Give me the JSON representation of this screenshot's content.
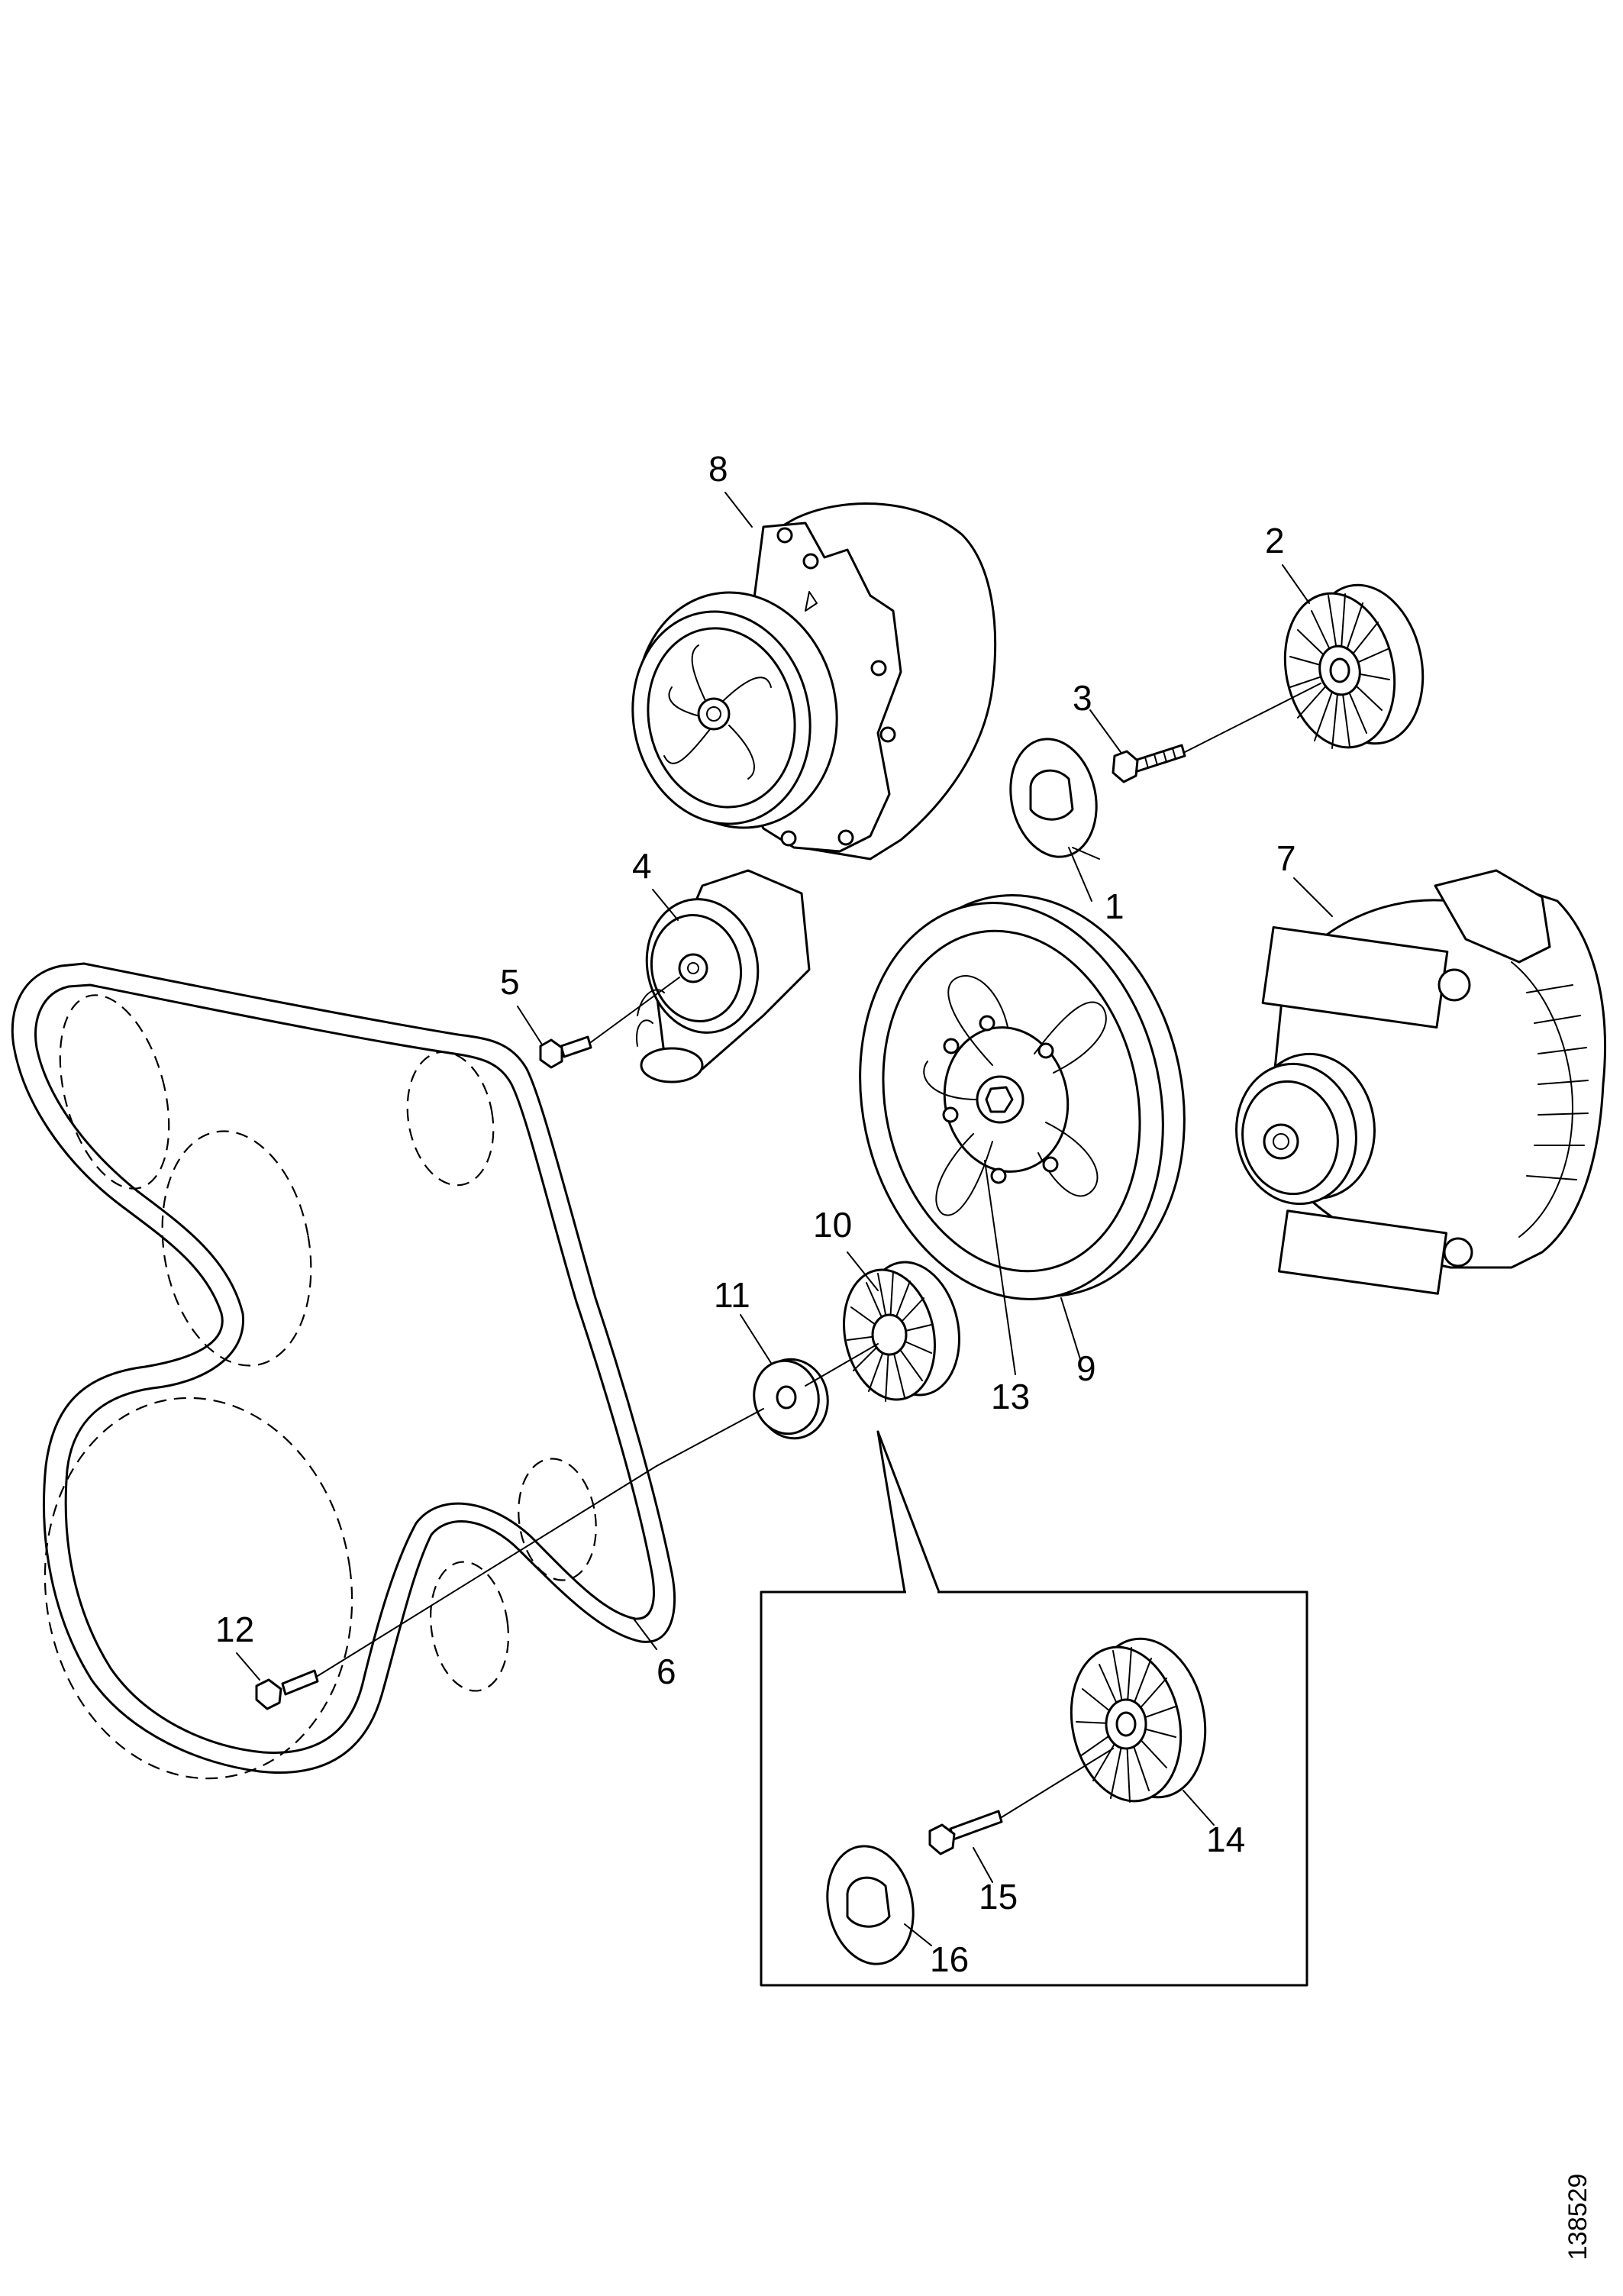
{
  "callouts": {
    "c1": "1",
    "c2": "2",
    "c3": "3",
    "c4": "4",
    "c5": "5",
    "c6": "6",
    "c7": "7",
    "c8": "8",
    "c9": "9",
    "c10": "10",
    "c11": "11",
    "c12": "12",
    "c13": "13",
    "c14": "14",
    "c15": "15",
    "c16": "16"
  },
  "figure_id": "138529"
}
